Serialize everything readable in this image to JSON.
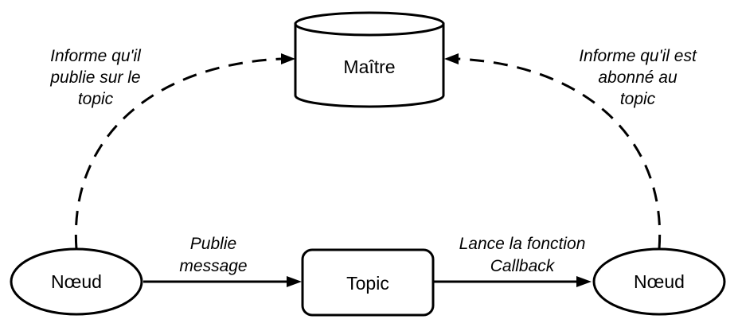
{
  "nodes": {
    "master": "Maître",
    "topic": "Topic",
    "publisher": "Nœud",
    "subscriber": "Nœud"
  },
  "edges": {
    "publisher_to_master": [
      "Informe qu'il",
      "publie sur le",
      "topic"
    ],
    "subscriber_to_master": [
      "Informe qu'il est",
      "abonné au",
      "topic"
    ],
    "publisher_to_topic": [
      "Publie",
      "message"
    ],
    "topic_to_subscriber": [
      "Lance la fonction",
      "Callback"
    ]
  }
}
